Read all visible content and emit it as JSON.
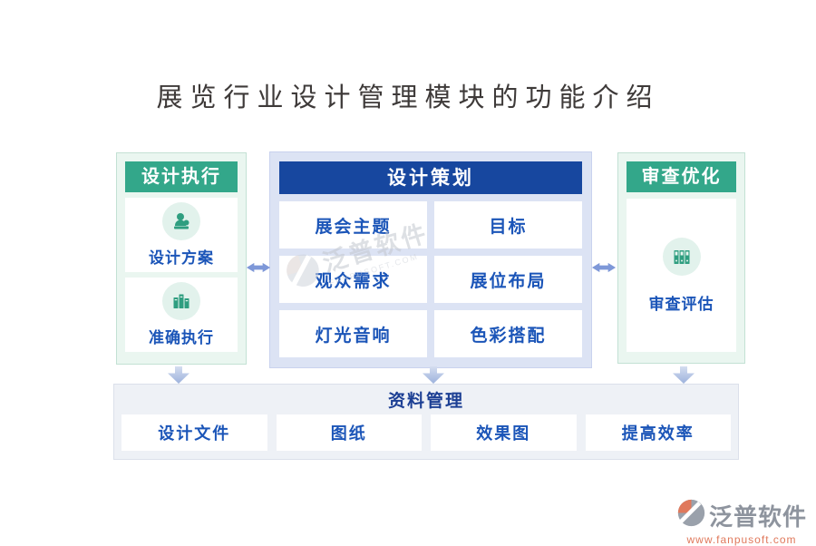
{
  "title": "展览行业设计管理模块的功能介绍",
  "panels": {
    "left": {
      "header": "设计执行",
      "items": [
        {
          "label": "设计方案",
          "icon": "person-stamp-icon"
        },
        {
          "label": "准确执行",
          "icon": "books-icon"
        }
      ]
    },
    "middle": {
      "header": "设计策划",
      "items": [
        "展会主题",
        "目标",
        "观众需求",
        "展位布局",
        "灯光音响",
        "色彩搭配"
      ]
    },
    "right": {
      "header": "审查优化",
      "items": [
        {
          "label": "审查评估",
          "icon": "binders-icon"
        }
      ]
    }
  },
  "bottom": {
    "header": "资料管理",
    "items": [
      "设计文件",
      "图纸",
      "效果图",
      "提高效率"
    ]
  },
  "watermark": {
    "brand": "泛普软件",
    "subtext": "FANPUSOFT.COM"
  },
  "footer": {
    "brand": "泛普软件",
    "url": "www.fanpusoft.com"
  },
  "colors": {
    "header_green": "#33a78a",
    "panel_green_bg": "#eaf6f0",
    "header_blue": "#17479f",
    "panel_blue_bg": "#dce3f4",
    "card_text_blue": "#1b55b8",
    "bottom_bg": "#eef1f6",
    "bottom_header_text": "#1c3f94",
    "title_text": "#3e3a39",
    "h_arrow": "#7e98d8",
    "v_arrow": "#aabde2",
    "icon_green": "#2f9e80",
    "footer_gray": "#8e949e",
    "footer_orange": "#e0795c"
  }
}
